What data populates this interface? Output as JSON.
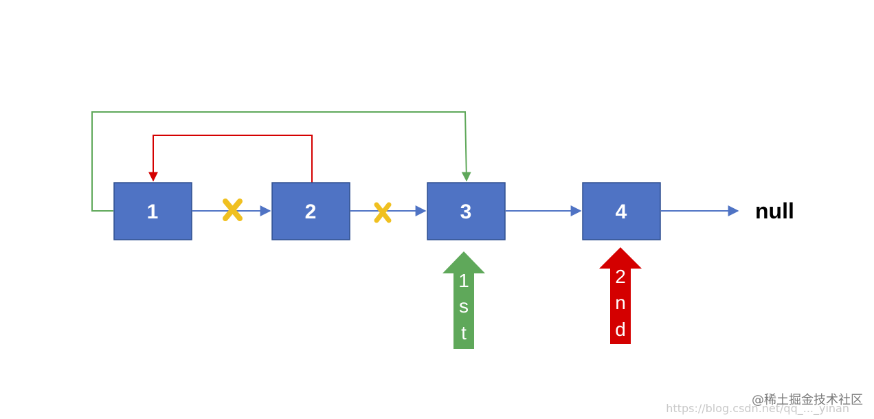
{
  "nodes": [
    {
      "label": "1"
    },
    {
      "label": "2"
    },
    {
      "label": "3"
    },
    {
      "label": "4"
    }
  ],
  "terminal": {
    "label": "null"
  },
  "pointers": {
    "first": {
      "lines": [
        "1",
        "s",
        "t"
      ],
      "color": "#5fa85a"
    },
    "second": {
      "lines": [
        "2",
        "n",
        "d"
      ],
      "color": "#d40000"
    }
  },
  "colors": {
    "node_fill": "#4f73c4",
    "arrow": "#4f73c4",
    "green_link": "#5fa85a",
    "red_link": "#d40000",
    "cross": "#f0c020"
  },
  "watermark": {
    "main": "@稀土掘金技术社区",
    "url": "https://blog.csdn.net/qq_..._yinan"
  }
}
